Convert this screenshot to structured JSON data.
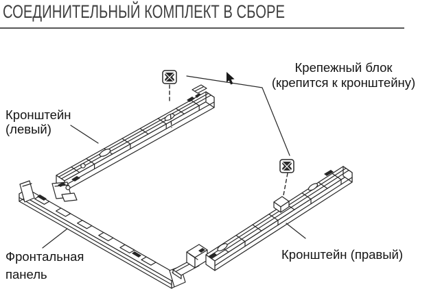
{
  "title": "СОЕДИНИТЕЛЬНЫЙ КОМПЛЕКТ В СБОРЕ",
  "labels": {
    "fastening_block": {
      "lines": [
        "Крепежный блок",
        "(крепится к кронштейну)"
      ]
    },
    "left_bracket": {
      "lines": [
        "Кронштейн",
        "(левый)"
      ]
    },
    "front_panel": {
      "lines": [
        "Фронтальная",
        "панель"
      ]
    },
    "right_bracket": {
      "lines": [
        "Кронштейн (правый)"
      ]
    }
  },
  "drawing_parts": [
    "left-bracket",
    "front-panel",
    "right-bracket",
    "fastening-block-upper",
    "fastening-block-lower"
  ],
  "colors": {
    "background": "#ffffff",
    "line_art": "#262626",
    "text": "#141414",
    "title_text": "#3f3f3f",
    "rule": "#565656"
  }
}
